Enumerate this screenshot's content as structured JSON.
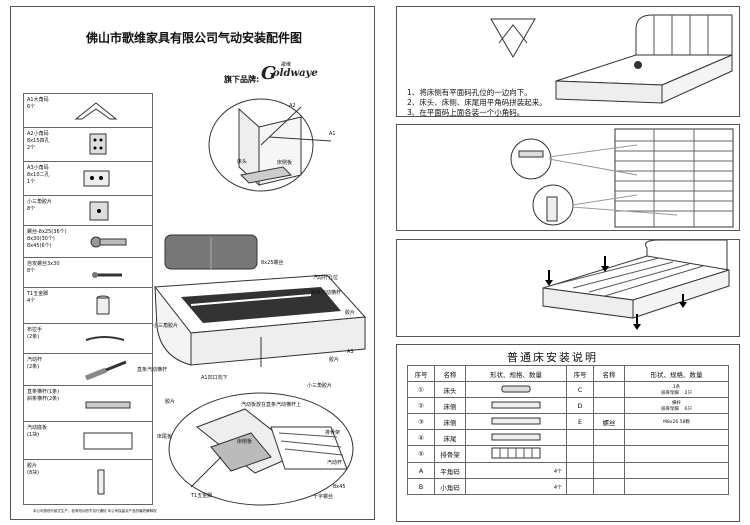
{
  "left_sheet": {
    "title": "佛山市歌维家具有限公司气动安装配件图",
    "brand_label": "旗下品牌:",
    "brand_logo_cn": "歌维",
    "brand_logo_en": "oldwaye",
    "parts": [
      {
        "label": "A1大角码\n6个"
      },
      {
        "label": "A2小角码\n8x15四孔\n2个"
      },
      {
        "label": "A3小角码\n8x10二孔\n1个"
      },
      {
        "label": "小三角胶片\n8个"
      },
      {
        "label": "螺丝-8x25(36个)\n8x30(30个)\n8x45(6个)"
      },
      {
        "label": "自攻螺丝3x30\n8个"
      },
      {
        "label": "T1五金脚\n4个"
      },
      {
        "label": "布拉手\n(2条)"
      },
      {
        "label": "汽动杆\n(2条)"
      },
      {
        "label": "直条横杆(1条)\n斜条横杆(2条)"
      },
      {
        "label": "汽动底板\n(1块)"
      },
      {
        "label": "胶片\n(8块)"
      }
    ],
    "callouts": {
      "a2": "A2",
      "a1": "A1",
      "a3": "A3",
      "chuangtou": "床头",
      "chuangceban": "床侧板",
      "screw_8x25": "8x25螺丝",
      "kongwei": "汽动杆孔位",
      "xietiao": "斜条汽动横杆",
      "jiaopian1": "胶片",
      "xiaosanjiao1": "小三角胶片",
      "zhitiao": "直条汽动横杆",
      "a1_up": "A1凹口向下",
      "jiaopian2": "胶片",
      "xiaosanjiao2": "小三角胶片",
      "dibanfang": "汽动板放在直条汽动横杆上",
      "jiaopian3": "胶片",
      "chuangweiban": "床尾板",
      "chuangceban2": "床侧板",
      "paigu": "排骨架",
      "qidonggan": "汽动杆",
      "screw_8x45": "8x45",
      "shizi": "十字螺丝",
      "t1": "T1五金脚"
    },
    "footer": "本公司按现代款式生产，若有改动恕不另行通知    本公司保留对产品的最终解释权"
  },
  "right_sheet": {
    "instructions": [
      "1、将床侧有平面码孔位的一边向下。",
      "2、床头、床侧、床尾用平角码拼装起来。",
      "3、在平面码上面各装一个小角码。"
    ],
    "table_title": "普通床安装说明",
    "table_header": [
      "序号",
      "名称",
      "形状、规格、数量",
      "序号",
      "名称",
      "形状、规格、数量"
    ],
    "rows": [
      {
        "no": "①",
        "name": "床头",
        "spec": "",
        "no2": "C",
        "name2": "",
        "spec2": "1条\n排骨架脚    2只"
      },
      {
        "no": "②",
        "name": "床侧",
        "spec": "",
        "no2": "D",
        "name2": "",
        "spec2": "横杆\n排骨架脚    6只"
      },
      {
        "no": "③",
        "name": "床侧",
        "spec": "",
        "no2": "E",
        "name2": "螺丝",
        "spec2": "M8x26 58颗"
      },
      {
        "no": "④",
        "name": "床尾",
        "spec": "",
        "no2": "",
        "name2": "",
        "spec2": ""
      },
      {
        "no": "⑤",
        "name": "排骨架",
        "spec": "",
        "no2": "",
        "name2": "",
        "spec2": ""
      },
      {
        "no": "A",
        "name": "平角码",
        "spec": "4个",
        "no2": "",
        "name2": "",
        "spec2": ""
      },
      {
        "no": "B",
        "name": "小角码",
        "spec": "4个",
        "no2": "",
        "name2": "",
        "spec2": ""
      }
    ]
  }
}
